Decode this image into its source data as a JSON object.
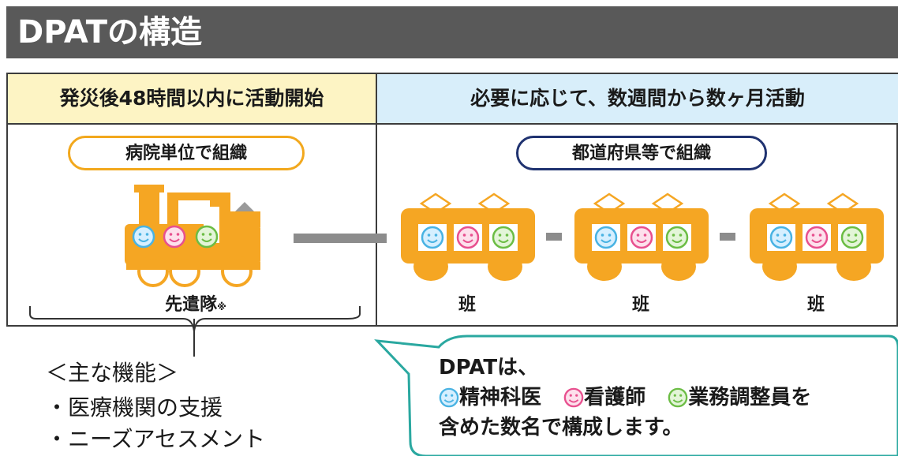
{
  "title": "DPATの構造",
  "left_header": "発災後48時間以内に活動開始",
  "right_header": "必要に応じて、数週間から数ヶ月活動",
  "left_pill": "病院単位で組織",
  "right_pill": "都道府県等で組織",
  "vanguard_label": "先遣隊",
  "vanguard_note": "※",
  "team_labels": [
    "班",
    "班",
    "班"
  ],
  "functions": {
    "heading": "＜主な機能＞",
    "items": [
      "・医療機関の支援",
      "・ニーズアセスメント"
    ]
  },
  "bubble": {
    "line1": "DPATは、",
    "roles": [
      "精神科医",
      "看護師",
      "業務調整員を"
    ],
    "line3": "含めた数名で構成します。"
  },
  "colors": {
    "train": "#f5a623",
    "face_blue": "#49b3e3",
    "face_pink": "#e8508f",
    "face_green": "#6cbd45",
    "bubble_border": "#2aa8a0"
  },
  "icons": [
    "steam-locomotive-icon",
    "train-car-icon",
    "smiley-face-icon"
  ]
}
